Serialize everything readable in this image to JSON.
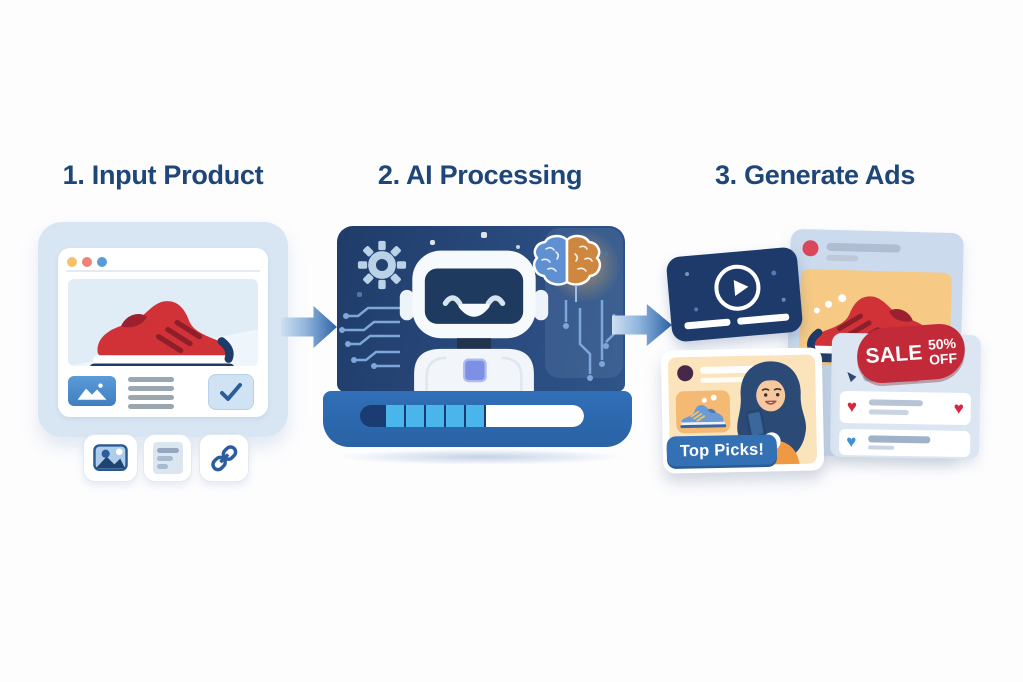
{
  "steps": [
    {
      "title": "1. Input Product"
    },
    {
      "title": "2. AI Processing"
    },
    {
      "title": "3. Generate Ads"
    }
  ],
  "generate_panel": {
    "top_picks": "Top Picks!",
    "sale": "SALE",
    "discount": "50%",
    "off": "OFF"
  },
  "colors": {
    "title_navy": "#1e4678",
    "card_light_blue": "#d8e6f3",
    "sneaker_red": "#d03238",
    "screen_navy": "#24426f",
    "laptop_blue": "#2e6bb2",
    "progress_cyan": "#49b5ea",
    "arrow_blue": "#2e63a8",
    "ad_yellow": "#f6ca85",
    "sale_red": "#c22a3a",
    "pill_blue": "#3470b4",
    "peach": "#fbe3bb",
    "heart_red": "#d7263d",
    "heart_blue": "#3d8fd6"
  },
  "icons": [
    "browser-dots",
    "image-placeholder-icon",
    "text-lines-icon",
    "checkbox-check-icon",
    "photo-button-icon",
    "link-icon",
    "arrow-right-icon",
    "gear-icon",
    "robot-face",
    "brain-icon",
    "circuit-traces",
    "progress-bar",
    "play-icon",
    "video-scrubber",
    "heart-icon",
    "cursor-icon",
    "avatar",
    "sneaker-illustration",
    "shopper-illustration"
  ]
}
